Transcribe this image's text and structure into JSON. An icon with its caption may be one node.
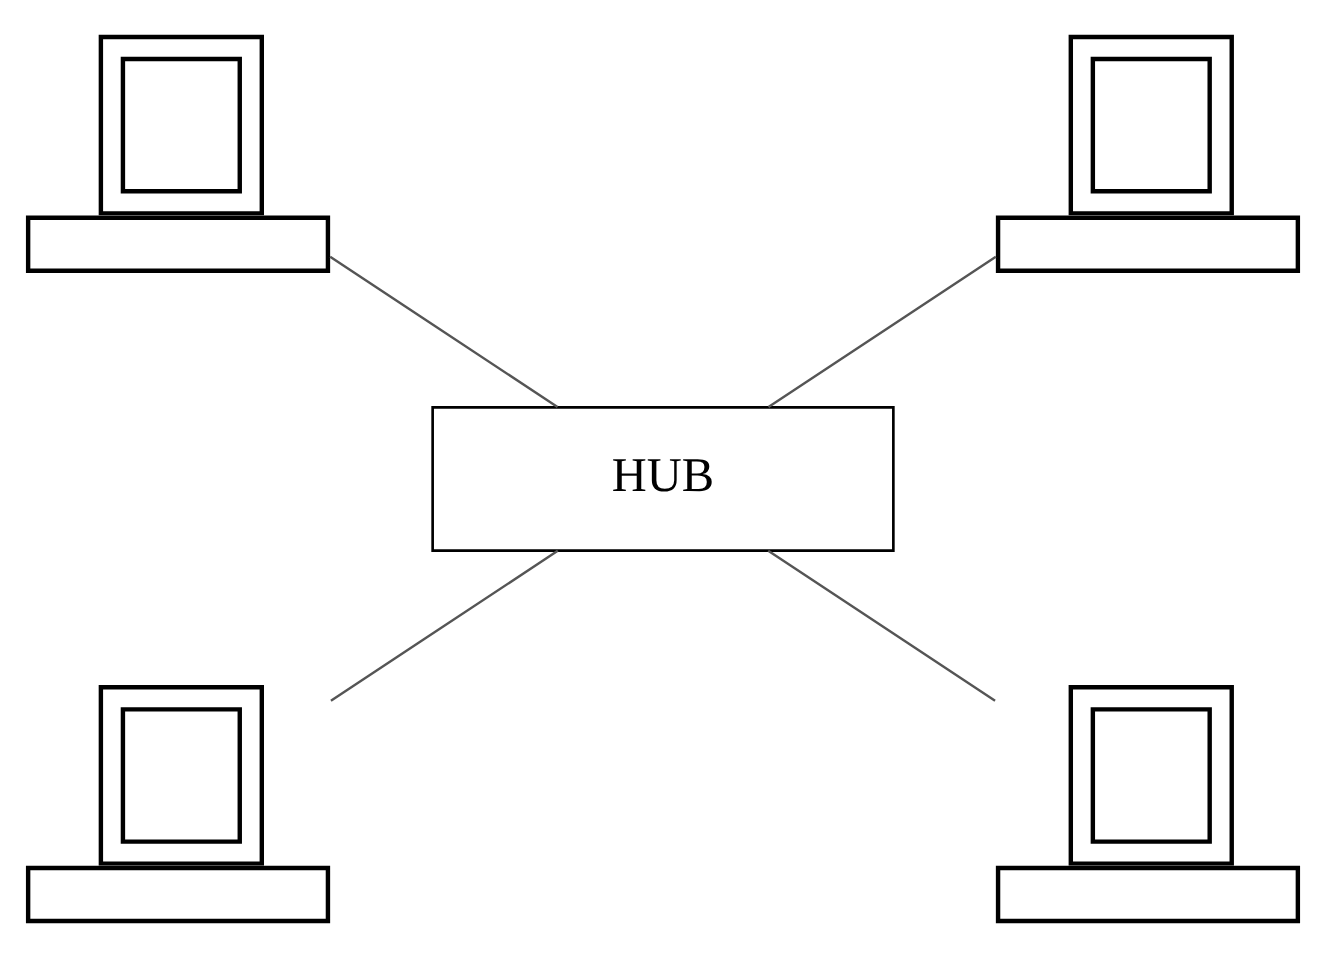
{
  "diagram": {
    "nodes": [
      {
        "text": [],
        "shape": "computer"
      },
      {
        "text": [],
        "shape": "computer"
      },
      {
        "text": [
          "HUB"
        ]
      },
      {
        "text": [],
        "shape": "computer"
      },
      {
        "text": [],
        "shape": "computer"
      }
    ],
    "edges": [
      {
        "from": 0,
        "to": 2,
        "arrow": "none"
      },
      {
        "from": 1,
        "to": 2,
        "arrow": "none"
      },
      {
        "from": 2,
        "to": 3,
        "arrow": "none"
      },
      {
        "from": 2,
        "to": 4,
        "arrow": "none"
      }
    ]
  }
}
